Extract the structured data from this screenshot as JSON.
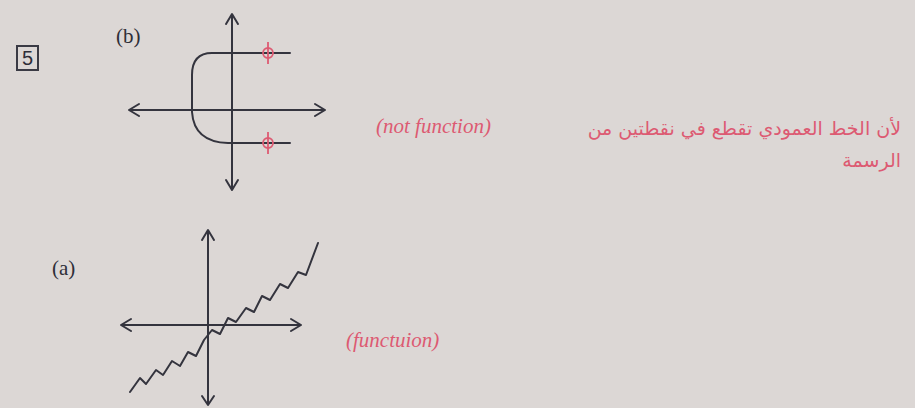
{
  "diagram": {
    "nodes": [
      {
        "text": [
          "5"
        ]
      }
    ],
    "labels": [
      "(b)",
      "(not function)",
      "لأن الخط العمودي تقطع في نقطتين من الرسمة",
      "(a)",
      "(functuion)"
    ]
  }
}
